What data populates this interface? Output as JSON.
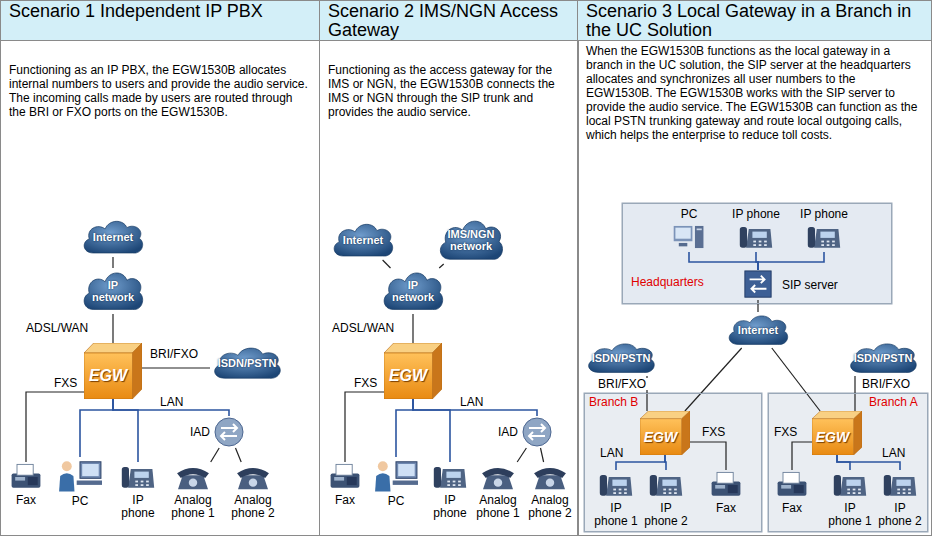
{
  "diagram": {
    "nodes": [
      {
        "text": [
          "Scenario 1 Independent IP PBX",
          "Functioning as an IP PBX, the EGW1530B allocates internal numbers to users and provide the audio service. The incoming calls made by users are routed through the BRI or FXO ports on the EGW1530B."
        ]
      },
      {
        "text": [
          "Internet"
        ],
        "in": 0
      },
      {
        "text": [
          "IP network"
        ],
        "in": 0
      },
      {
        "text": [
          "EGW"
        ],
        "in": 0
      },
      {
        "text": [
          "ISDN/PSTN"
        ],
        "in": 0
      },
      {
        "text": [
          "IAD"
        ],
        "in": 0
      },
      {
        "text": [
          "Fax"
        ],
        "in": 0
      },
      {
        "text": [
          "PC"
        ],
        "in": 0
      },
      {
        "text": [
          "IP phone"
        ],
        "in": 0
      },
      {
        "text": [
          "Analog phone 1"
        ],
        "in": 0
      },
      {
        "text": [
          "Analog phone 2"
        ],
        "in": 0
      },
      {
        "text": [
          "Scenario 2 IMS/NGN Access Gateway",
          "Functioning as the access gateway for the IMS or NGN, the EGW1530B connects the IMS or NGN through the SIP trunk and provides the audio service."
        ]
      },
      {
        "text": [
          "Internet"
        ],
        "in": 11
      },
      {
        "text": [
          "IMS/NGN network"
        ],
        "in": 11
      },
      {
        "text": [
          "IP network"
        ],
        "in": 11
      },
      {
        "text": [
          "EGW"
        ],
        "in": 11
      },
      {
        "text": [
          "IAD"
        ],
        "in": 11
      },
      {
        "text": [
          "Fax"
        ],
        "in": 11
      },
      {
        "text": [
          "PC"
        ],
        "in": 11
      },
      {
        "text": [
          "IP phone"
        ],
        "in": 11
      },
      {
        "text": [
          "Analog phone 1"
        ],
        "in": 11
      },
      {
        "text": [
          "Analog phone 2"
        ],
        "in": 11
      },
      {
        "text": [
          "Scenario 3 Local Gateway in a Branch in the UC Solution",
          "When the EGW1530B functions as the local gateway in a branch in the UC solution, the SIP server at the headquarters allocates and synchronizes all user numbers to the EGW1530B. The EGW1530B works with the SIP server to provide the audio service. The EGW1530B can function as the local PSTN trunking gateway and route local outgoing calls, which helps the enterprise to reduce toll costs."
        ]
      },
      {
        "text": [
          "Headquarters"
        ],
        "in": 22
      },
      {
        "text": [
          "PC"
        ],
        "in": 23
      },
      {
        "text": [
          "IP phone"
        ],
        "in": 23
      },
      {
        "text": [
          "IP phone"
        ],
        "in": 23
      },
      {
        "text": [
          "SIP server"
        ],
        "in": 23
      },
      {
        "text": [
          "Internet"
        ],
        "in": 22
      },
      {
        "text": [
          "ISDN/PSTN"
        ],
        "in": 22
      },
      {
        "text": [
          "Branch B"
        ],
        "in": 22
      },
      {
        "text": [
          "EGW"
        ],
        "in": 30
      },
      {
        "text": [
          "IP phone 1"
        ],
        "in": 30
      },
      {
        "text": [
          "IP phone 2"
        ],
        "in": 30
      },
      {
        "text": [
          "Fax"
        ],
        "in": 30
      },
      {
        "text": [
          "ISDN/PSTN"
        ],
        "in": 22
      },
      {
        "text": [
          "Branch A"
        ],
        "in": 22
      },
      {
        "text": [
          "EGW"
        ],
        "in": 36
      },
      {
        "text": [
          "Fax"
        ],
        "in": 36
      },
      {
        "text": [
          "IP phone 1"
        ],
        "in": 36
      },
      {
        "text": [
          "IP phone 2"
        ],
        "in": 36
      }
    ],
    "edges": [
      {
        "from": 1,
        "to": 2,
        "arrow": "none"
      },
      {
        "from": 2,
        "to": 3,
        "label": "ADSL/WAN",
        "arrow": "none"
      },
      {
        "from": 3,
        "to": 4,
        "label": "BRI/FXO",
        "arrow": "none"
      },
      {
        "from": 3,
        "to": 6,
        "label": "FXS",
        "arrow": "none"
      },
      {
        "from": 3,
        "to": 7,
        "arrow": "none"
      },
      {
        "from": 3,
        "to": 8,
        "arrow": "none"
      },
      {
        "from": 3,
        "to": 5,
        "arrow": "none"
      },
      {
        "from": 5,
        "to": 9,
        "arrow": "none"
      },
      {
        "from": 5,
        "to": 10,
        "arrow": "none"
      },
      {
        "from": 12,
        "to": 14,
        "arrow": "none"
      },
      {
        "from": 13,
        "to": 14,
        "arrow": "none"
      },
      {
        "from": 14,
        "to": 15,
        "label": "ADSL/WAN",
        "arrow": "none"
      },
      {
        "from": 15,
        "to": 17,
        "label": "FXS",
        "arrow": "none"
      },
      {
        "from": 15,
        "to": 18,
        "arrow": "none"
      },
      {
        "from": 15,
        "to": 19,
        "arrow": "none"
      },
      {
        "from": 15,
        "to": 16,
        "arrow": "none"
      },
      {
        "from": 16,
        "to": 20,
        "arrow": "none"
      },
      {
        "from": 16,
        "to": 21,
        "arrow": "none"
      },
      {
        "from": 27,
        "to": 24,
        "arrow": "none"
      },
      {
        "from": 27,
        "to": 25,
        "arrow": "none"
      },
      {
        "from": 27,
        "to": 26,
        "arrow": "none"
      },
      {
        "from": 27,
        "to": 28,
        "arrow": "none"
      },
      {
        "from": 28,
        "to": 31,
        "arrow": "none"
      },
      {
        "from": 28,
        "to": 37,
        "arrow": "none"
      },
      {
        "from": 29,
        "to": 31,
        "label": "BRI/FXO",
        "arrow": "none"
      },
      {
        "from": 31,
        "to": 34,
        "label": "FXS",
        "arrow": "none"
      },
      {
        "from": 31,
        "to": 32,
        "arrow": "none"
      },
      {
        "from": 31,
        "to": 33,
        "arrow": "none"
      },
      {
        "from": 35,
        "to": 37,
        "label": "BRI/FXO",
        "arrow": "none"
      },
      {
        "from": 37,
        "to": 38,
        "label": "FXS",
        "arrow": "none"
      },
      {
        "from": 37,
        "to": 39,
        "arrow": "none"
      },
      {
        "from": 37,
        "to": 40,
        "arrow": "none"
      }
    ],
    "labels": [
      "LAN",
      "LAN",
      "LAN",
      "LAN"
    ]
  }
}
